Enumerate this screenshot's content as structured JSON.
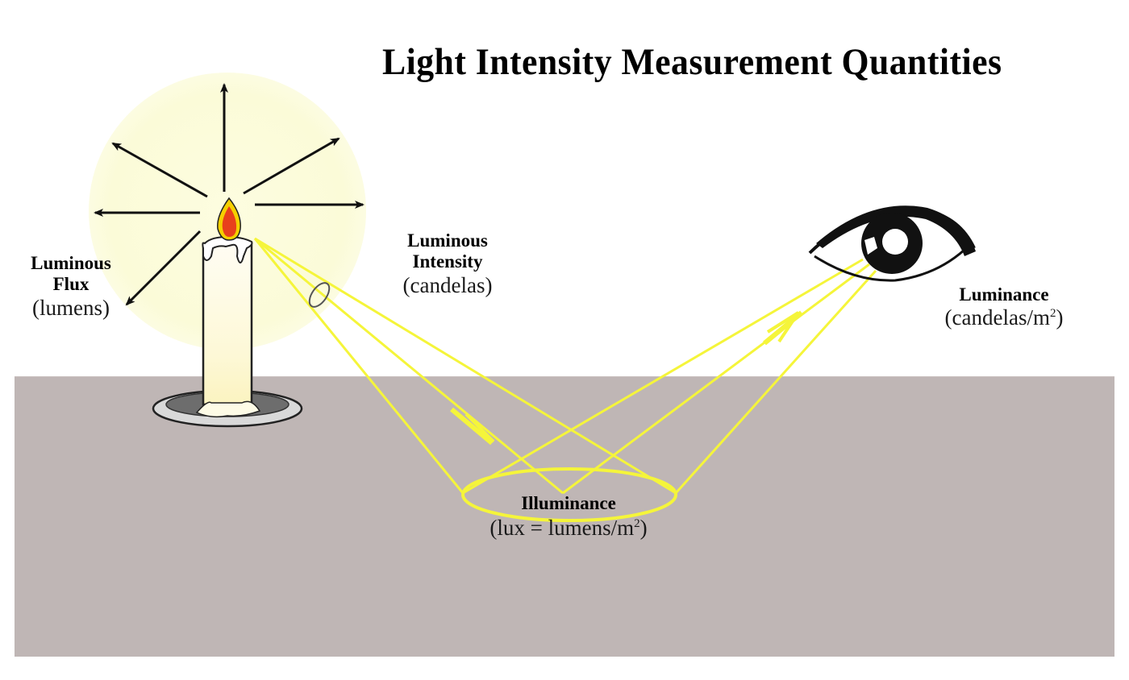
{
  "title": "Light Intensity Measurement Quantities",
  "colors": {
    "background": "#ffffff",
    "floor": "#bfb6b5",
    "glow": "#fdfde0",
    "light_ray": "#f5f53a",
    "flame_outer": "#f5d000",
    "flame_inner": "#e8401c",
    "candle": "#fdfbe6",
    "outline": "#111111"
  },
  "labels": {
    "luminous_flux": {
      "name_line1": "Luminous",
      "name_line2": "Flux",
      "unit": "(lumens)"
    },
    "luminous_intensity": {
      "name_line1": "Luminous",
      "name_line2": "Intensity",
      "unit": "(candelas)"
    },
    "luminance": {
      "name": "Luminance",
      "unit_prefix": "(candelas/m",
      "unit_exp": "2",
      "unit_suffix": ")"
    },
    "illuminance": {
      "name": "Illuminance",
      "unit_prefix": "(lux = lumens/m",
      "unit_exp": "2",
      "unit_suffix": ")"
    }
  },
  "icons": {
    "light_source": "candle-icon",
    "observer": "eye-icon",
    "flux_arrows": "radial-arrows-icon",
    "solid_angle": "solid-angle-ellipse-icon"
  }
}
